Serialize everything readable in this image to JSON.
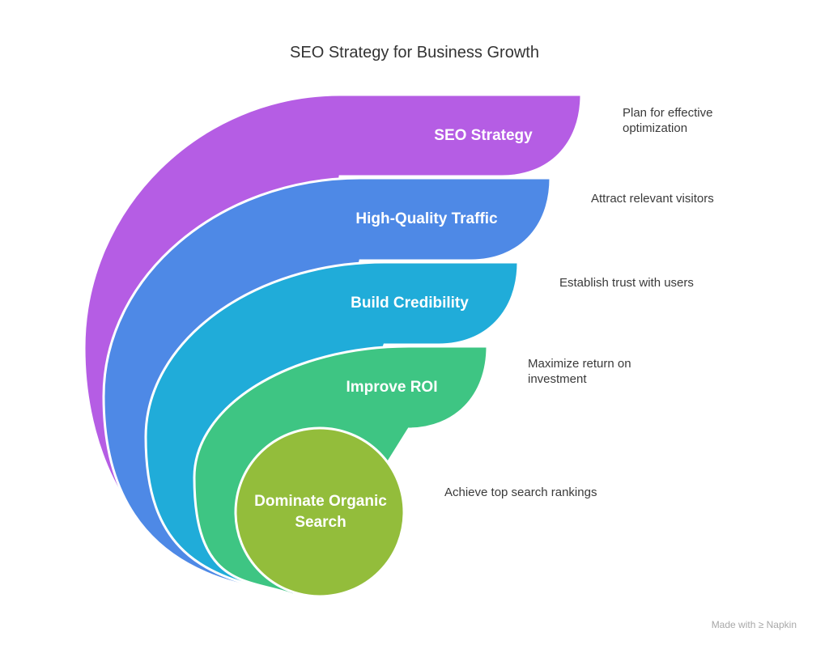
{
  "title": "SEO Strategy for Business Growth",
  "layers": [
    {
      "label": "SEO Strategy",
      "description": "Plan for effective optimization",
      "color": "#B55DE4"
    },
    {
      "label": "High-Quality Traffic",
      "description": "Attract relevant visitors",
      "color": "#4E89E6"
    },
    {
      "label": "Build Credibility",
      "description": "Establish trust with users",
      "color": "#20ACD9"
    },
    {
      "label": "Improve ROI",
      "description": "Maximize return on investment",
      "color": "#3EC583"
    },
    {
      "label": "Dominate Organic Search",
      "description": "Achieve top search rankings",
      "color": "#93BD3B"
    }
  ],
  "watermark": "Made with ≥ Napkin"
}
